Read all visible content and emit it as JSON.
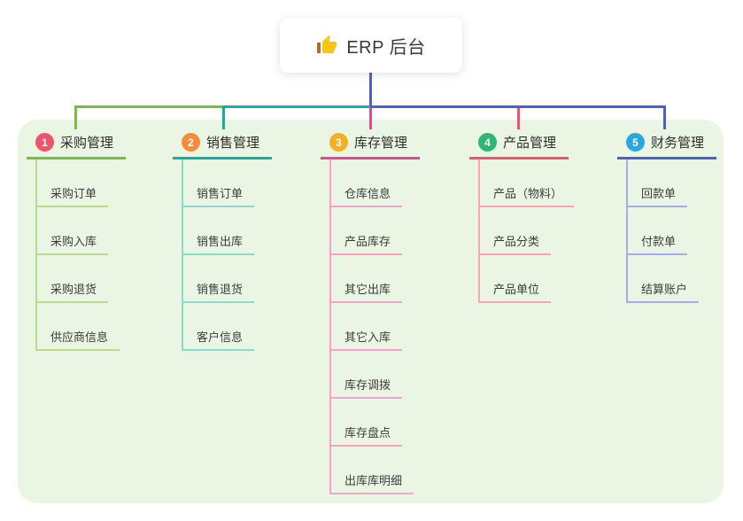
{
  "root": {
    "title": "ERP 后台",
    "icon": "thumbs-up-icon"
  },
  "colors": {
    "panel_background": "#EAF6E3",
    "root_stem": "#4A5FD2"
  },
  "branches": [
    {
      "badge": "1",
      "label": "采购管理",
      "badge_color": "#F0536B",
      "line_color": "#7DBB40",
      "light_color": "#B7DC90",
      "children": [
        "采购订单",
        "采购入库",
        "采购退货",
        "供应商信息"
      ]
    },
    {
      "badge": "2",
      "label": "销售管理",
      "badge_color": "#F98A3D",
      "line_color": "#0AB3A3",
      "light_color": "#8BD9CF",
      "children": [
        "销售订单",
        "销售出库",
        "销售退货",
        "客户信息"
      ]
    },
    {
      "badge": "3",
      "label": "库存管理",
      "badge_color": "#F5AF23",
      "line_color": "#E8478F",
      "light_color": "#F3A2C8",
      "children": [
        "仓库信息",
        "产品库存",
        "其它出库",
        "其它入库",
        "库存调拨",
        "库存盘点",
        "出库库明细"
      ]
    },
    {
      "badge": "4",
      "label": "产品管理",
      "badge_color": "#2EB872",
      "line_color": "#F4516C",
      "light_color": "#F9A6B2",
      "children": [
        "产品（物料）",
        "产品分类",
        "产品单位"
      ]
    },
    {
      "badge": "5",
      "label": "财务管理",
      "badge_color": "#2BA6E0",
      "line_color": "#4A5FD2",
      "light_color": "#A3AFE6",
      "children": [
        "回款单",
        "付款单",
        "结算账户"
      ]
    }
  ]
}
